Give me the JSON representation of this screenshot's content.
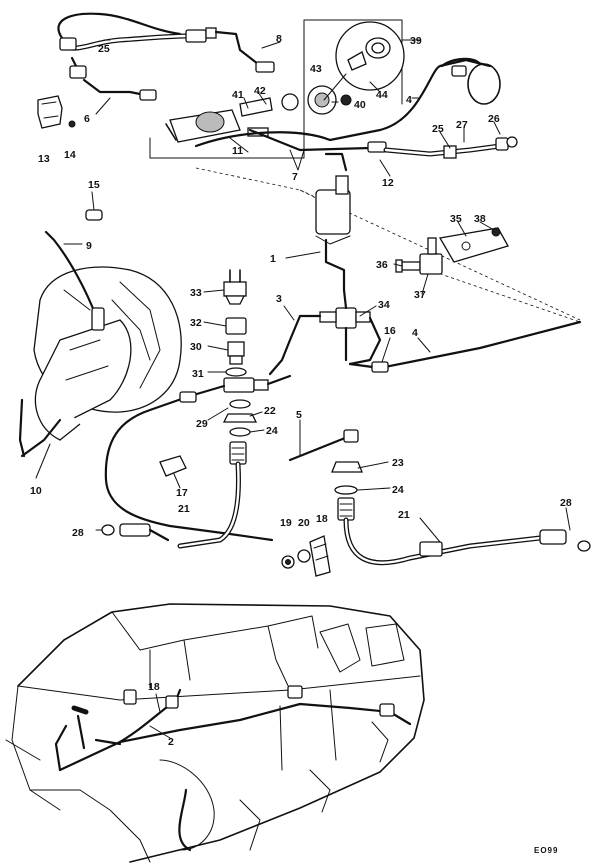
{
  "callouts": {
    "c1": "1",
    "c2": "2",
    "c3": "3",
    "c4a": "4",
    "c4b": "4",
    "c5": "5",
    "c6": "6",
    "c7": "7",
    "c8": "8",
    "c9": "9",
    "c10": "10",
    "c11": "11",
    "c12": "12",
    "c13": "13",
    "c14": "14",
    "c15": "15",
    "c16": "16",
    "c17": "17",
    "c18a": "18",
    "c18b": "18",
    "c19": "19",
    "c20": "20",
    "c21a": "21",
    "c21b": "21",
    "c22": "22",
    "c23": "23",
    "c24a": "24",
    "c24b": "24",
    "c25a": "25",
    "c25b": "25",
    "c26": "26",
    "c27": "27",
    "c28a": "28",
    "c28b": "28",
    "c29": "29",
    "c30": "30",
    "c31": "31",
    "c32": "32",
    "c33": "33",
    "c34": "34",
    "c35": "35",
    "c36": "36",
    "c37": "37",
    "c38": "38",
    "c39": "39",
    "c40": "40",
    "c41": "41",
    "c42": "42",
    "c43": "43",
    "c44": "44"
  },
  "figure_code": "EO99"
}
